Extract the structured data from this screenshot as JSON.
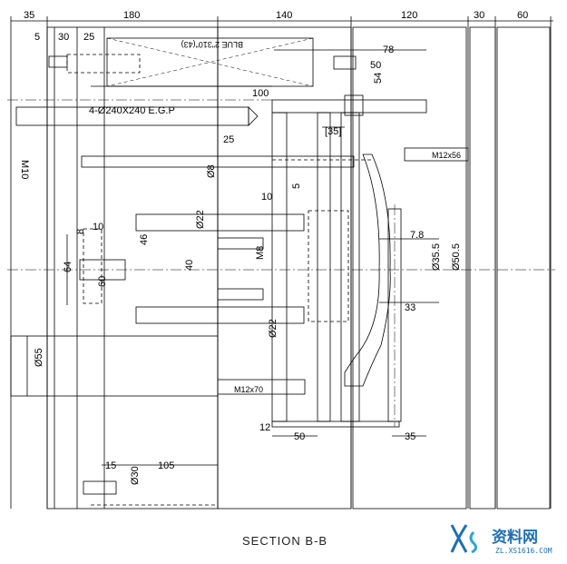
{
  "drawing": {
    "caption": "SECTION B-B",
    "top_dimensions": [
      "35",
      "180",
      "140",
      "120",
      "30",
      "60"
    ],
    "second_row_dimensions": [
      "5",
      "30",
      "25"
    ],
    "callouts": {
      "label_box": "BLUE 2\"310\"(43)",
      "egp": "4-Ø240X240 E.G.P",
      "m10": "M10",
      "m8": "M8",
      "m12_top": "M12x56",
      "m12_bottom": "M12x70"
    },
    "dimensions": {
      "d78": "78",
      "d50_top": "50",
      "d54": "54",
      "d100": "100",
      "d25": "25",
      "d35_box": "[35]",
      "d8": "Ø8",
      "d10_mid": "10",
      "d5": "5",
      "d10_left": "10",
      "d8_left": "8",
      "d22_top": "Ø22",
      "d22_bottom": "Ø22",
      "d46": "46",
      "d40": "40",
      "d64": "64",
      "d60": "60",
      "d7_8": "7.8",
      "d35_5": "Ø35.5",
      "d50_5": "Ø50.5",
      "d33": "33",
      "d55": "Ø55",
      "d12": "12",
      "d50_bottom": "50",
      "d35_bottom": "35",
      "d15": "15",
      "d105": "105",
      "d30": "Ø30"
    }
  },
  "watermark": {
    "text": "资料网",
    "url": "ZL.XS1616.COM",
    "logo": "xs-logo-icon"
  }
}
